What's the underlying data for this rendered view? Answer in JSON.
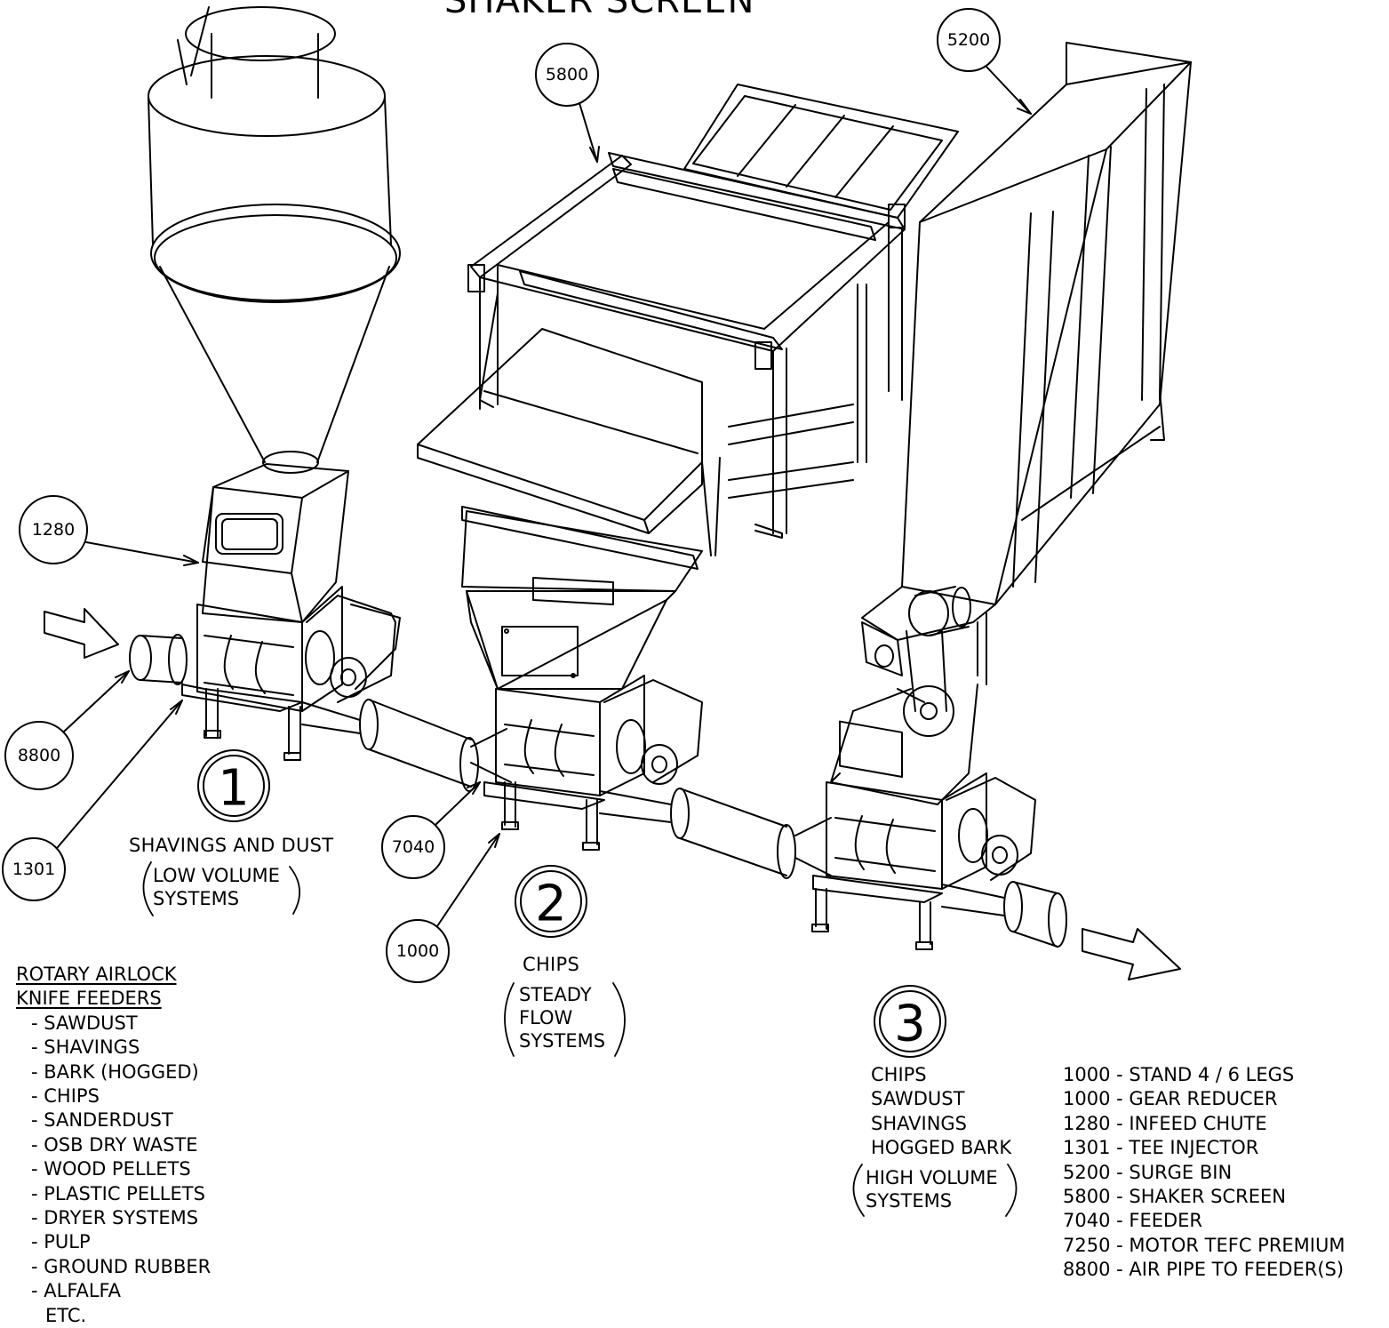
{
  "title": "SHAKER SCREEN",
  "callouts": [
    {
      "id": "5200",
      "text": "5200"
    },
    {
      "id": "5800",
      "text": "5800"
    },
    {
      "id": "1280",
      "text": "1280"
    },
    {
      "id": "8800",
      "text": "8800"
    },
    {
      "id": "1301",
      "text": "1301"
    },
    {
      "id": "7040",
      "text": "7040"
    },
    {
      "id": "1000",
      "text": "1000"
    }
  ],
  "stations": [
    {
      "number": "1",
      "label": "SHAVINGS AND DUST",
      "paren": [
        "LOW VOLUME",
        "SYSTEMS"
      ]
    },
    {
      "number": "2",
      "label": "CHIPS",
      "paren": [
        "STEADY",
        "FLOW",
        "SYSTEMS"
      ]
    },
    {
      "number": "3",
      "label_lines": [
        "CHIPS",
        "SAWDUST",
        "SHAVINGS",
        "HOGGED BARK"
      ],
      "paren": [
        "HIGH VOLUME",
        "SYSTEMS"
      ]
    }
  ],
  "applications": {
    "heading": [
      "ROTARY AIRLOCK",
      "KNIFE FEEDERS"
    ],
    "items": [
      "- SAWDUST",
      "- SHAVINGS",
      "- BARK (HOGGED)",
      "- CHIPS",
      "- SANDERDUST",
      "- OSB DRY WASTE",
      "- WOOD PELLETS",
      "- PLASTIC PELLETS",
      "- DRYER SYSTEMS",
      "- PULP",
      "- GROUND RUBBER",
      "- ALFALFA",
      "ETC."
    ]
  },
  "legend": [
    "1000 - STAND 4 / 6 LEGS",
    "1000 - GEAR REDUCER",
    "1280 - INFEED CHUTE",
    "1301 - TEE INJECTOR",
    "5200 - SURGE BIN",
    "5800 - SHAKER SCREEN",
    "7040 - FEEDER",
    "7250 - MOTOR TEFC PREMIUM",
    "8800 - AIR PIPE TO FEEDER(S)"
  ]
}
